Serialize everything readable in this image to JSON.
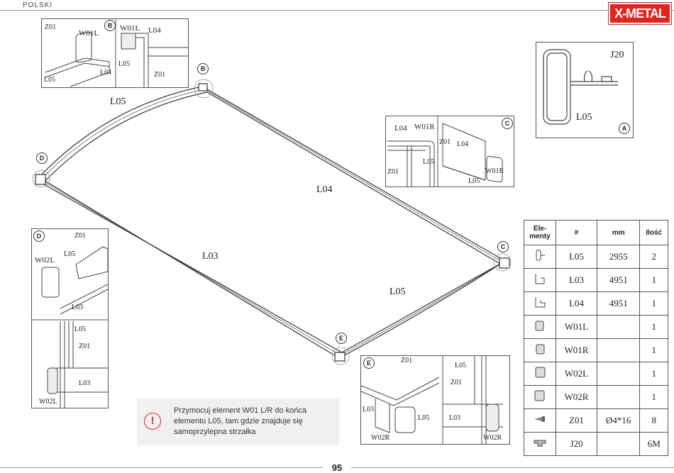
{
  "header": {
    "language": "POLSKI",
    "brand": "X-METAL"
  },
  "main_labels": {
    "L05_top": "L05",
    "L04": "L04",
    "L03": "L03",
    "L05_bottom": "L05",
    "B": "B",
    "C": "C",
    "D": "D",
    "E": "E"
  },
  "detail_B": {
    "tag": "B",
    "z01": "Z01",
    "w01l": "W01L",
    "w01l_b": "W01L",
    "l04_a": "L04",
    "l04_b": "L04",
    "l05_a": "L05",
    "l05_b": "L05",
    "z01_b": "Z01"
  },
  "detail_A": {
    "tag": "A",
    "j20": "J20",
    "l05": "L05"
  },
  "detail_C": {
    "tag": "C",
    "l04": "L04",
    "w01r": "W01R",
    "z01": "Z01",
    "z01_b": "Z01",
    "l04_b": "L04",
    "l05": "L05",
    "l05_b": "L05",
    "w01r_b": "W01R"
  },
  "detail_D": {
    "tag": "D",
    "z01": "Z01",
    "w02l": "W02L",
    "l05": "L05",
    "l03": "L03",
    "l05_b": "L05",
    "z01_b": "Z01",
    "l03_b": "L03",
    "w02l_b": "W02L"
  },
  "detail_E": {
    "tag": "E",
    "z01": "Z01",
    "l05": "L05",
    "z01_b": "Z01",
    "l03": "L03",
    "l05_b": "L05",
    "l03_b": "L03",
    "w02r": "W02R",
    "w02r_b": "W02R"
  },
  "notice": {
    "text": "Przymocuj element W01 L/R do końca elementu L05, tam gdzie znajduje się samoprzylepna strzałka"
  },
  "table": {
    "headers": [
      "Ele-\nmenty",
      "#",
      "mm",
      "Ilość"
    ],
    "rows": [
      {
        "icon": "profile-l05-icon",
        "code": "L05",
        "mm": "2955",
        "qty": "2"
      },
      {
        "icon": "profile-l03-icon",
        "code": "L03",
        "mm": "4951",
        "qty": "1"
      },
      {
        "icon": "profile-l04-icon",
        "code": "L04",
        "mm": "4951",
        "qty": "1"
      },
      {
        "icon": "cap-w01l-icon",
        "code": "W01L",
        "mm": "",
        "qty": "1"
      },
      {
        "icon": "cap-w01r-icon",
        "code": "W01R",
        "mm": "",
        "qty": "1"
      },
      {
        "icon": "cap-w02l-icon",
        "code": "W02L",
        "mm": "",
        "qty": "1"
      },
      {
        "icon": "cap-w02r-icon",
        "code": "W02R",
        "mm": "",
        "qty": "1"
      },
      {
        "icon": "screw-z01-icon",
        "code": "Z01",
        "mm": "Ø4*16",
        "qty": "8"
      },
      {
        "icon": "seal-j20-icon",
        "code": "J20",
        "mm": "",
        "qty": "6M"
      }
    ]
  },
  "footer": {
    "page": "95"
  },
  "colors": {
    "brand": "#e2241d",
    "warning": "#d62a2a",
    "notice_bg": "#f0f0f0"
  }
}
